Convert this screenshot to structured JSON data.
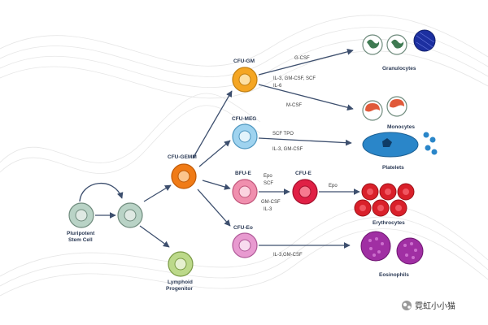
{
  "nodes": {
    "pluripotent": "Pluripotent\nStem Cell",
    "cfu_gemm": "CFU-GEMM",
    "lymphoid": "Lymphoid\nProgenitor",
    "cfu_gm": "CFU-GM",
    "cfu_meg": "CFU-MEG",
    "bfu_e": "BFU-E",
    "cfu_e": "CFU-E",
    "cfu_eo": "CFU-Eo"
  },
  "factors": {
    "gcsf": "G-CSF",
    "il3_gm_scf": "IL-3, GM-CSF, SCF",
    "il6": "IL-6",
    "mcsf": "M-CSF",
    "scf_tpo": "SCF   TPO",
    "il3_gmcsf_meg": "IL-3, GM-CSF",
    "epo_bfu": "Epo",
    "scf_bfu": "SCF",
    "gmcsf_bfu": "GM-CSF",
    "il3_bfu": "IL-3",
    "epo_cfue": "Epo",
    "il3_gmcsf_eo": "IL-3,GM-CSF"
  },
  "outputs": {
    "granulocytes": "Granulocytes",
    "monocytes": "Monocytes",
    "platelets": "Platelets",
    "erythrocytes": "Erythrocytes",
    "eosinophils": "Eosinophils"
  },
  "watermark": {
    "text": "霓虹小小猫"
  },
  "colors": {
    "arrow": "#3d4f6e",
    "pluripotent": "#b9d3c6",
    "cfu_gm": "#f5a623",
    "cfu_gemm": "#f07b16",
    "cfu_meg": "#9fd3ef",
    "bfu_e": "#f08fae",
    "cfu_e": "#e02045",
    "cfu_eo": "#e89ad0",
    "lymphoid": "#bcd98a",
    "granulocyte_dark": "#1c2fa0",
    "platelet": "#2a86c9",
    "erythrocyte": "#d9202a",
    "eosinophil": "#a02fa3",
    "monocyte": "#e05a3a"
  }
}
